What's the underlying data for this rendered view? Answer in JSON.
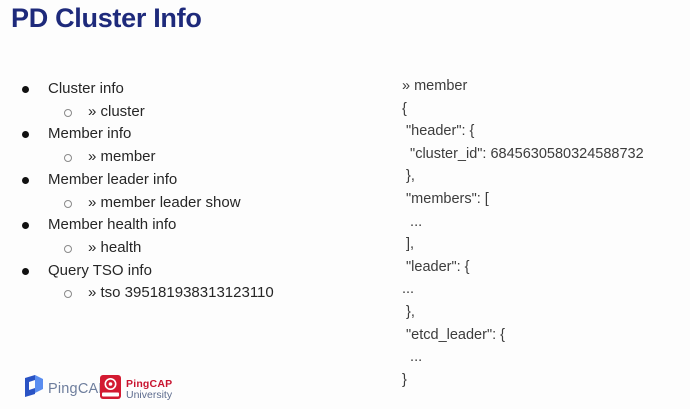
{
  "slide": {
    "title": "PD Cluster Info"
  },
  "outline": {
    "items": [
      {
        "label": "Cluster info",
        "sub": "» cluster"
      },
      {
        "label": "Member info",
        "sub": "» member"
      },
      {
        "label": "Member leader info",
        "sub": "» member leader show"
      },
      {
        "label": "Member health info",
        "sub": "» health"
      },
      {
        "label": "Query TSO info",
        "sub": "» tso 395181938313123110"
      }
    ]
  },
  "code": {
    "lines": [
      "» member",
      "{",
      " \"header\": {",
      "  \"cluster_id\": 6845630580324588732",
      " },",
      " \"members\": [",
      "  ...",
      " ],",
      " \"leader\": {",
      "...",
      " },",
      " \"etcd_leader\": {",
      "  ...",
      "}"
    ]
  },
  "footer": {
    "pingcap_label": "PingCAP",
    "university_brand": "PingCAP",
    "university_label": "University"
  },
  "colors": {
    "title_navy": "#1e2a7b",
    "logo_blue_dark": "#2a53c4",
    "logo_blue_light": "#5a8df0",
    "brand_red": "#c8132f",
    "logo_gray_blue": "#6e7e9d"
  }
}
